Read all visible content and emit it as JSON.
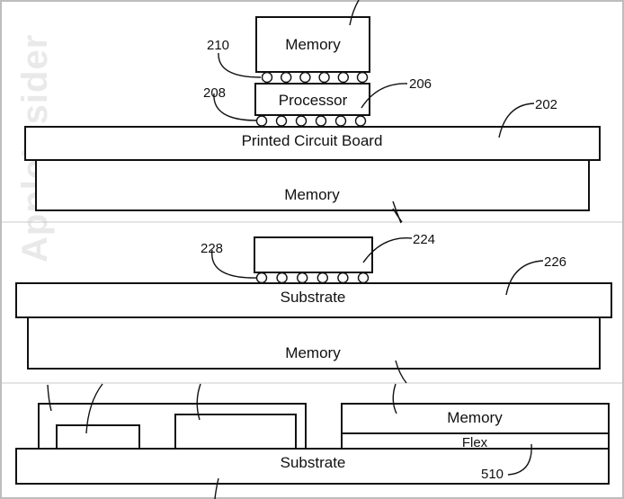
{
  "watermark": "AppleInsider",
  "panels": [
    {
      "id": "panel-1",
      "components": {
        "top_memory": "Memory",
        "processor": "Processor",
        "pcb": "Printed Circuit Board",
        "bottom_memory": "Memory"
      },
      "refs": {
        "solder_upper": "210",
        "solder_lower": "208",
        "processor": "206",
        "pcb": "202"
      },
      "solder_balls_upper": 6,
      "solder_balls_lower": 6
    },
    {
      "id": "panel-2",
      "components": {
        "chip": "",
        "substrate": "Substrate",
        "memory": "Memory"
      },
      "refs": {
        "solder": "228",
        "chip": "224",
        "substrate": "226"
      },
      "solder_balls": 6
    },
    {
      "id": "panel-3",
      "components": {
        "memory": "Memory",
        "flex": "Flex",
        "substrate": "Substrate"
      },
      "refs": {
        "flex": "510"
      }
    }
  ]
}
